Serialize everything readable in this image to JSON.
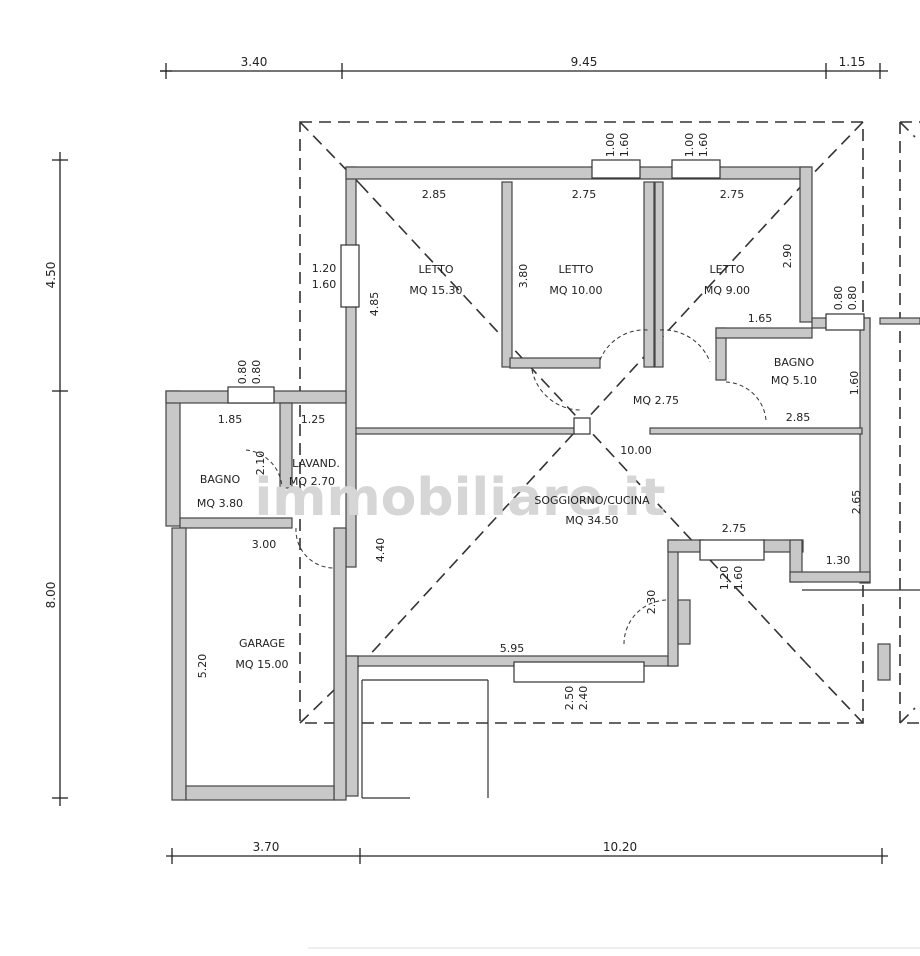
{
  "dimensions": {
    "top": [
      "3.40",
      "9.45",
      "1.15"
    ],
    "bottom": [
      "3.70",
      "10.20"
    ],
    "left": [
      "4.50",
      "8.00"
    ]
  },
  "rooms": [
    {
      "name": "LETTO",
      "area": "MQ 15.30"
    },
    {
      "name": "LETTO",
      "area": "MQ 10.00"
    },
    {
      "name": "LETTO",
      "area": "MQ 9.00"
    },
    {
      "name": "BAGNO",
      "area": "MQ 5.10"
    },
    {
      "name": "",
      "area": "MQ 2.75"
    },
    {
      "name": "BAGNO",
      "area": "MQ 3.80"
    },
    {
      "name": "LAVAND.",
      "area": "MQ 2.70"
    },
    {
      "name": "SOGGIORNO/CUCINA",
      "area": "MQ 34.50"
    },
    {
      "name": "GARAGE",
      "area": "MQ 15.00"
    }
  ],
  "wall_labels": [
    "2.85",
    "2.75",
    "2.75",
    "3.80",
    "4.85",
    "2.90",
    "1.65",
    "1.60",
    "1.85",
    "1.25",
    "2.10",
    "3.00",
    "2.85",
    "10.00",
    "2.65",
    "2.75",
    "1.30",
    "4.40",
    "2.30",
    "5.95",
    "5.20"
  ],
  "window_labels": [
    "1.00",
    "1.60",
    "1.00",
    "1.60",
    "1.20",
    "1.60",
    "0.80",
    "0.80",
    "0.80",
    "0.80",
    "1.20",
    "1.60",
    "2.50",
    "2.40"
  ],
  "watermark": "immobiliare.it"
}
